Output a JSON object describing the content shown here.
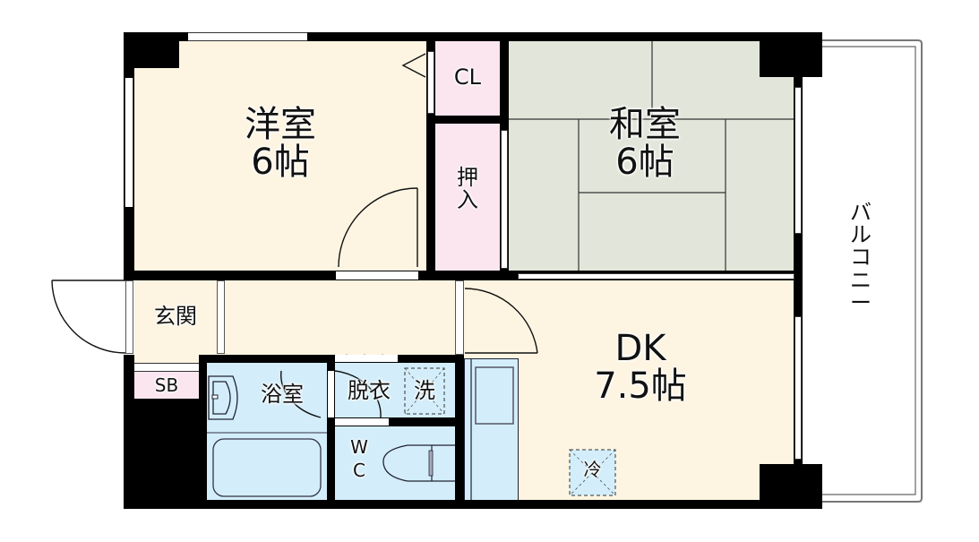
{
  "floorplan": {
    "rooms": {
      "western": {
        "name": "洋室",
        "size": "6帖"
      },
      "japanese": {
        "name": "和室",
        "size": "6帖"
      },
      "dk": {
        "name": "DK",
        "size": "7.5帖"
      },
      "closet": {
        "name": "CL"
      },
      "oshiire": {
        "name": "押\n入",
        "line1": "押",
        "line2": "入"
      },
      "entrance": {
        "name": "玄関"
      },
      "shoebox": {
        "name": "SB"
      },
      "bath": {
        "name": "浴室"
      },
      "dressing": {
        "name": "脱衣"
      },
      "washer": {
        "name": "洗"
      },
      "wc": {
        "line1": "W",
        "line2": "C"
      },
      "fridge": {
        "name": "冷"
      },
      "balcony": {
        "name": "バルコニー"
      }
    },
    "colors": {
      "wall": "#000000",
      "western_floor": "#fdf5e2",
      "japanese_floor": "#e2e6da",
      "storage": "#fbe6ef",
      "wet_area": "#d3eefa",
      "balcony": "#ffffff"
    }
  }
}
